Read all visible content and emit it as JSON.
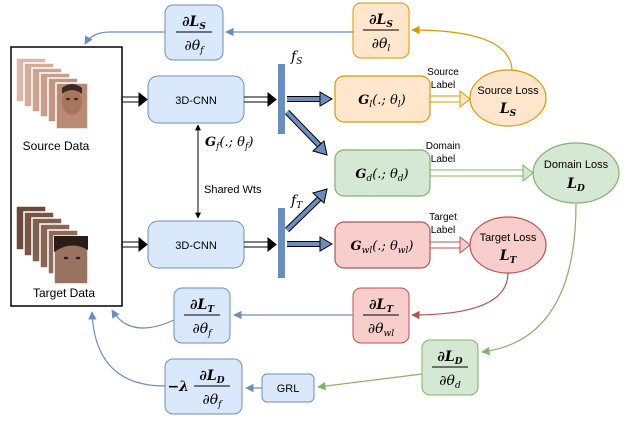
{
  "left_panel": {
    "source_label": "Source Data",
    "target_label": "Target Data"
  },
  "encoder": {
    "cnn_top_label": "3D-CNN",
    "cnn_bottom_label": "3D-CNN",
    "shared_label": "Shared Wts",
    "gf_main": "G",
    "gf_sub": "f",
    "gf_args_pre": "(.; θ",
    "gf_args_sub": "f",
    "gf_args_post": ")"
  },
  "features": {
    "fs_main": "f",
    "fs_sub": "S",
    "ft_main": "f",
    "ft_sub": "T"
  },
  "heads": {
    "gl": {
      "main": "G",
      "sub": "l",
      "args_pre": "(.; θ",
      "args_sub": "l",
      "args_post": ")"
    },
    "gd": {
      "main": "G",
      "sub": "d",
      "args_pre": "(.; θ",
      "args_sub": "d",
      "args_post": ")"
    },
    "gwl": {
      "main": "G",
      "sub": "wl",
      "args_pre": "(.; θ",
      "args_sub": "wl",
      "args_post": ")"
    }
  },
  "labels": {
    "source_label_line1": "Source",
    "source_label_line2": "Label",
    "domain_label_line1": "Domain",
    "domain_label_line2": "Label",
    "target_label_line1": "Target",
    "target_label_line2": "Label"
  },
  "losses": {
    "source_name": "Source Loss",
    "source_sym": "L",
    "source_sub": "S",
    "domain_name": "Domain Loss",
    "domain_sym": "L",
    "domain_sub": "D",
    "target_name": "Target Loss",
    "target_sym": "L",
    "target_sub": "T"
  },
  "gradients": {
    "ls_tf": {
      "num": "∂L",
      "num_sub": "S",
      "den": "∂θ",
      "den_sub": "f"
    },
    "ls_tl": {
      "num": "∂L",
      "num_sub": "S",
      "den": "∂θ",
      "den_sub": "l"
    },
    "lt_tf": {
      "num": "∂L",
      "num_sub": "T",
      "den": "∂θ",
      "den_sub": "f"
    },
    "lt_twl": {
      "num": "∂L",
      "num_sub": "T",
      "den": "∂θ",
      "den_sub": "wl"
    },
    "ld_td": {
      "num": "∂L",
      "num_sub": "D",
      "den": "∂θ",
      "den_sub": "d"
    },
    "neg_ld_tf": {
      "prefix": "−λ",
      "num": "∂L",
      "num_sub": "D",
      "den": "∂θ",
      "den_sub": "f"
    }
  },
  "grl": {
    "label": "GRL"
  },
  "colors": {
    "blue_fill": "#dae8fc",
    "blue_stroke": "#6c8ebf",
    "orange_fill": "#ffe6cc",
    "orange_stroke": "#d79b00",
    "green_fill": "#d5e8d4",
    "green_stroke": "#82b366",
    "red_fill": "#f8cecc",
    "red_stroke": "#b85450",
    "feature_bar": "#6c8ebf"
  }
}
